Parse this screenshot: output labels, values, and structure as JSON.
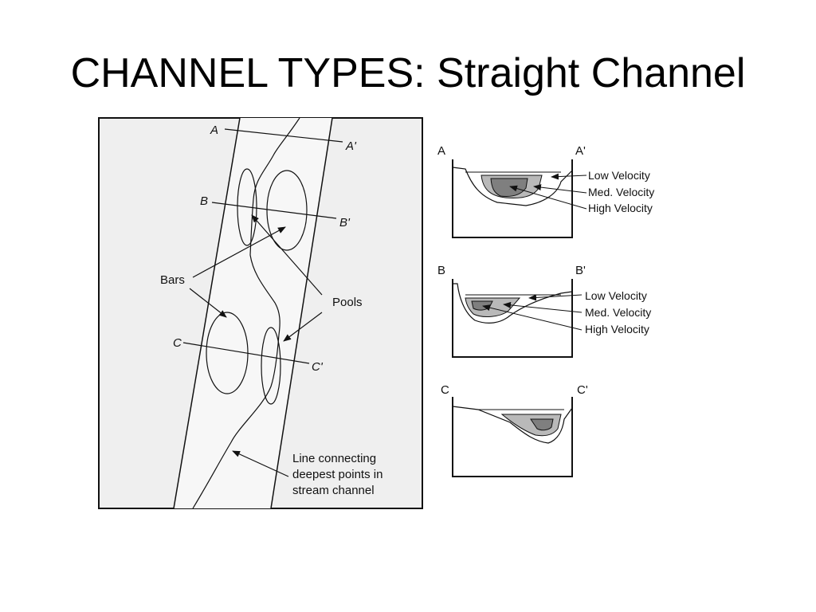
{
  "slide": {
    "title": "CHANNEL TYPES: Straight Channel"
  },
  "plan_view": {
    "section_marks": [
      {
        "start": "A",
        "end": "A'"
      },
      {
        "start": "B",
        "end": "B'"
      },
      {
        "start": "C",
        "end": "C'"
      }
    ],
    "bars_label": "Bars",
    "pools_label": "Pools",
    "thalweg_label": [
      "Line connecting",
      "deepest points in",
      "stream channel"
    ]
  },
  "cross_sections": [
    {
      "start": "A",
      "end": "A'",
      "labels": [
        "Low Velocity",
        "Med. Velocity",
        "High Velocity"
      ]
    },
    {
      "start": "B",
      "end": "B'",
      "labels": [
        "Low Velocity",
        "Med. Velocity",
        "High Velocity"
      ]
    },
    {
      "start": "C",
      "end": "C'",
      "labels": []
    }
  ],
  "colors": {
    "panel_bg": "#efefef",
    "low_velocity": "#ffffff",
    "med_velocity": "#b9b9b9",
    "high_velocity": "#7f7f7f",
    "line": "#111111"
  }
}
